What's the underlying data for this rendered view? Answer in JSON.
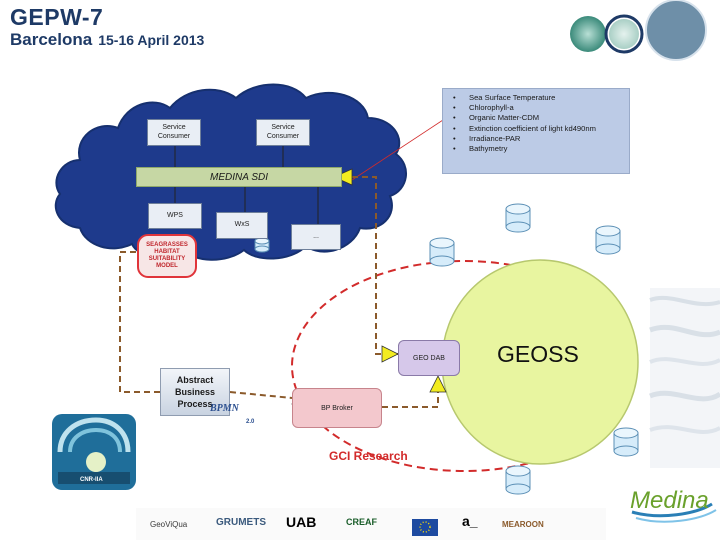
{
  "header": {
    "title": "GEPW-7",
    "location": "Barcelona",
    "dates": "15-16 April 2013"
  },
  "cloud": {
    "service_consumer_1": "Service Consumer",
    "service_consumer_2": "Service Consumer",
    "sdi_bar": "MEDINA SDI",
    "wps": "WPS",
    "wxs": "WxS",
    "more": "...",
    "model": "SEAGRASSES HABITAT SUITABILITY MODEL"
  },
  "parameters": [
    "Sea Surface Temperature",
    "Chlorophyll-a",
    "Organic Matter-CDM",
    "Extinction coefficient of light kd490nm",
    "Irradiance-PAR",
    "Bathymetry"
  ],
  "geoss": {
    "label": "GEOSS",
    "dab": "GEO DAB"
  },
  "bp_broker": "BP Broker",
  "abstract_process": "Abstract Business Process",
  "bpmn": {
    "logo": "BPMN",
    "version": "2.0"
  },
  "gci_research": "GCI Research",
  "logos": {
    "cnr": "CNR-IIA",
    "medina": "Medina",
    "partners": [
      "GeoViQua",
      "GRUMETS",
      "UAB",
      "CREAF",
      "a_",
      "MEAROON"
    ]
  },
  "colors": {
    "title": "#1e3a66",
    "cloud": "#1e3a8c",
    "geoss_fill": "#e8f5a0",
    "red_dashed": "#d22b2b",
    "brown_dashed": "#8b5a2b",
    "arrow_yellow": "#f2ec20"
  }
}
